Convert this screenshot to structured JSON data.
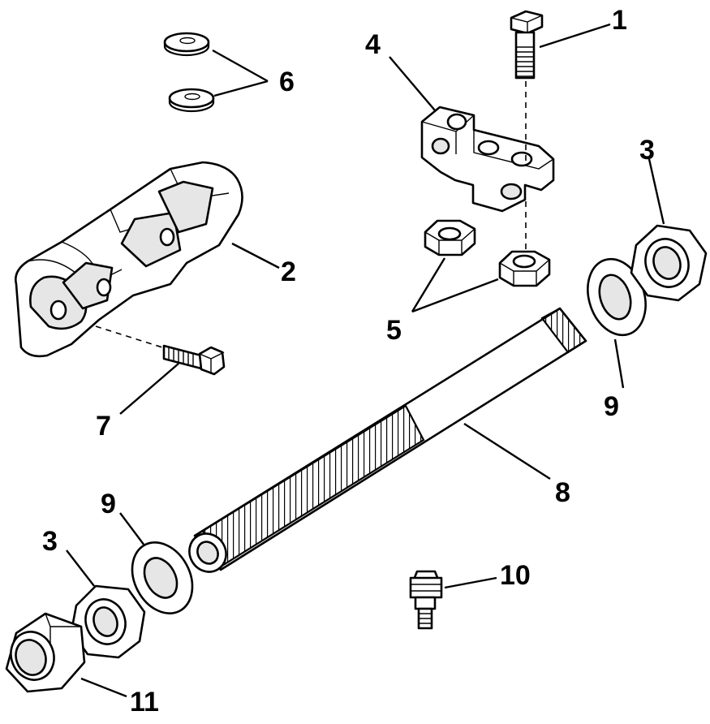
{
  "diagram": {
    "callouts": [
      {
        "id": "c1",
        "label": "1"
      },
      {
        "id": "c2",
        "label": "2"
      },
      {
        "id": "c3a",
        "label": "3"
      },
      {
        "id": "c3b",
        "label": "3"
      },
      {
        "id": "c4",
        "label": "4"
      },
      {
        "id": "c5",
        "label": "5"
      },
      {
        "id": "c6",
        "label": "6"
      },
      {
        "id": "c7",
        "label": "7"
      },
      {
        "id": "c8",
        "label": "8"
      },
      {
        "id": "c9a",
        "label": "9"
      },
      {
        "id": "c9b",
        "label": "9"
      },
      {
        "id": "c10",
        "label": "10"
      },
      {
        "id": "c11",
        "label": "11"
      }
    ]
  }
}
